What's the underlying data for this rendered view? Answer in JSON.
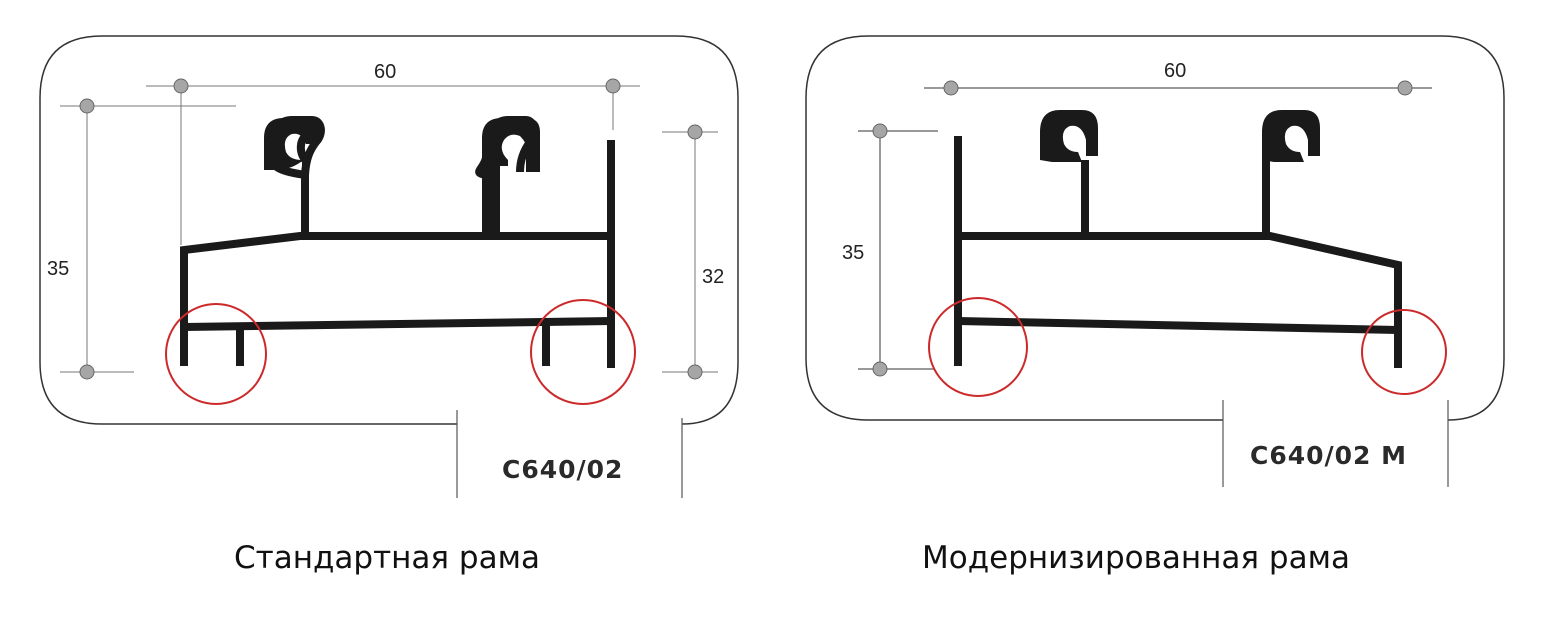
{
  "panels": {
    "standard": {
      "caption": "Стандартная рама",
      "code": "C640/02",
      "dims": {
        "width": "60",
        "height_left": "35",
        "height_right": "32"
      }
    },
    "modernized": {
      "caption": "Модернизированная рама",
      "code": "C640/02 M",
      "dims": {
        "width": "60",
        "height_left": "35"
      }
    }
  },
  "colors": {
    "profile": "#1a1a1a",
    "highlight": "#cc2a2a",
    "frame": "#333333",
    "marker": "#a6a6a6"
  }
}
